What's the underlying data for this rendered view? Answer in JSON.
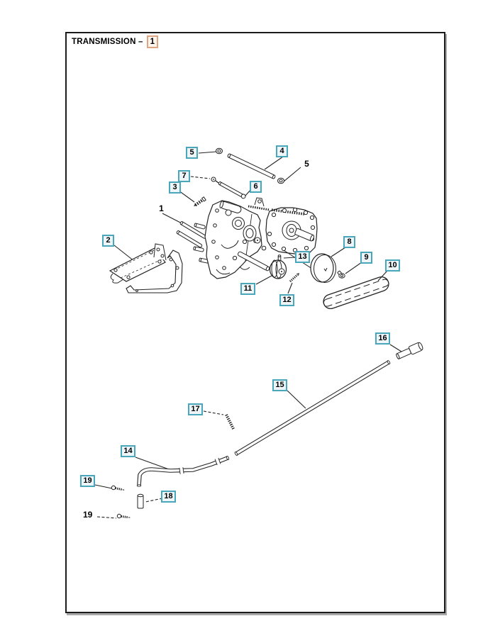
{
  "page": {
    "title": "TRANSMISSION –",
    "title_part_number": "1"
  },
  "colors": {
    "callout_border": "#4aa6ba",
    "callout_fill": "#edf5f8",
    "title_box_border": "#dfa580",
    "line_color": "#222222"
  },
  "diagram": {
    "description": "Exploded parts view of a transmission assembly with numbered callouts",
    "callouts": [
      {
        "label": "5",
        "boxed": true,
        "part": "nut-left"
      },
      {
        "label": "4",
        "boxed": true,
        "part": "long-rod"
      },
      {
        "label": "5",
        "boxed": false,
        "part": "nut-right"
      },
      {
        "label": "7",
        "boxed": true,
        "part": "small-screw"
      },
      {
        "label": "6",
        "boxed": true,
        "part": "short-rod"
      },
      {
        "label": "3",
        "boxed": true,
        "part": "bolt"
      },
      {
        "label": "1",
        "boxed": false,
        "part": "transmission-case"
      },
      {
        "label": "2",
        "boxed": true,
        "part": "mounting-bracket"
      },
      {
        "label": "13",
        "boxed": true,
        "part": "pin"
      },
      {
        "label": "8",
        "boxed": true,
        "part": "pulley-disc"
      },
      {
        "label": "9",
        "boxed": true,
        "part": "flange-bolt"
      },
      {
        "label": "10",
        "boxed": true,
        "part": "v-belt"
      },
      {
        "label": "11",
        "boxed": true,
        "part": "grooved-pulley"
      },
      {
        "label": "12",
        "boxed": true,
        "part": "set-screw"
      },
      {
        "label": "16",
        "boxed": true,
        "part": "shoulder-bolt"
      },
      {
        "label": "15",
        "boxed": true,
        "part": "long-shift-rod"
      },
      {
        "label": "17",
        "boxed": true,
        "part": "spring"
      },
      {
        "label": "14",
        "boxed": true,
        "part": "bent-rod"
      },
      {
        "label": "19",
        "boxed": true,
        "part": "screw-upper"
      },
      {
        "label": "18",
        "boxed": true,
        "part": "sleeve"
      },
      {
        "label": "19",
        "boxed": false,
        "part": "screw-lower"
      }
    ]
  }
}
